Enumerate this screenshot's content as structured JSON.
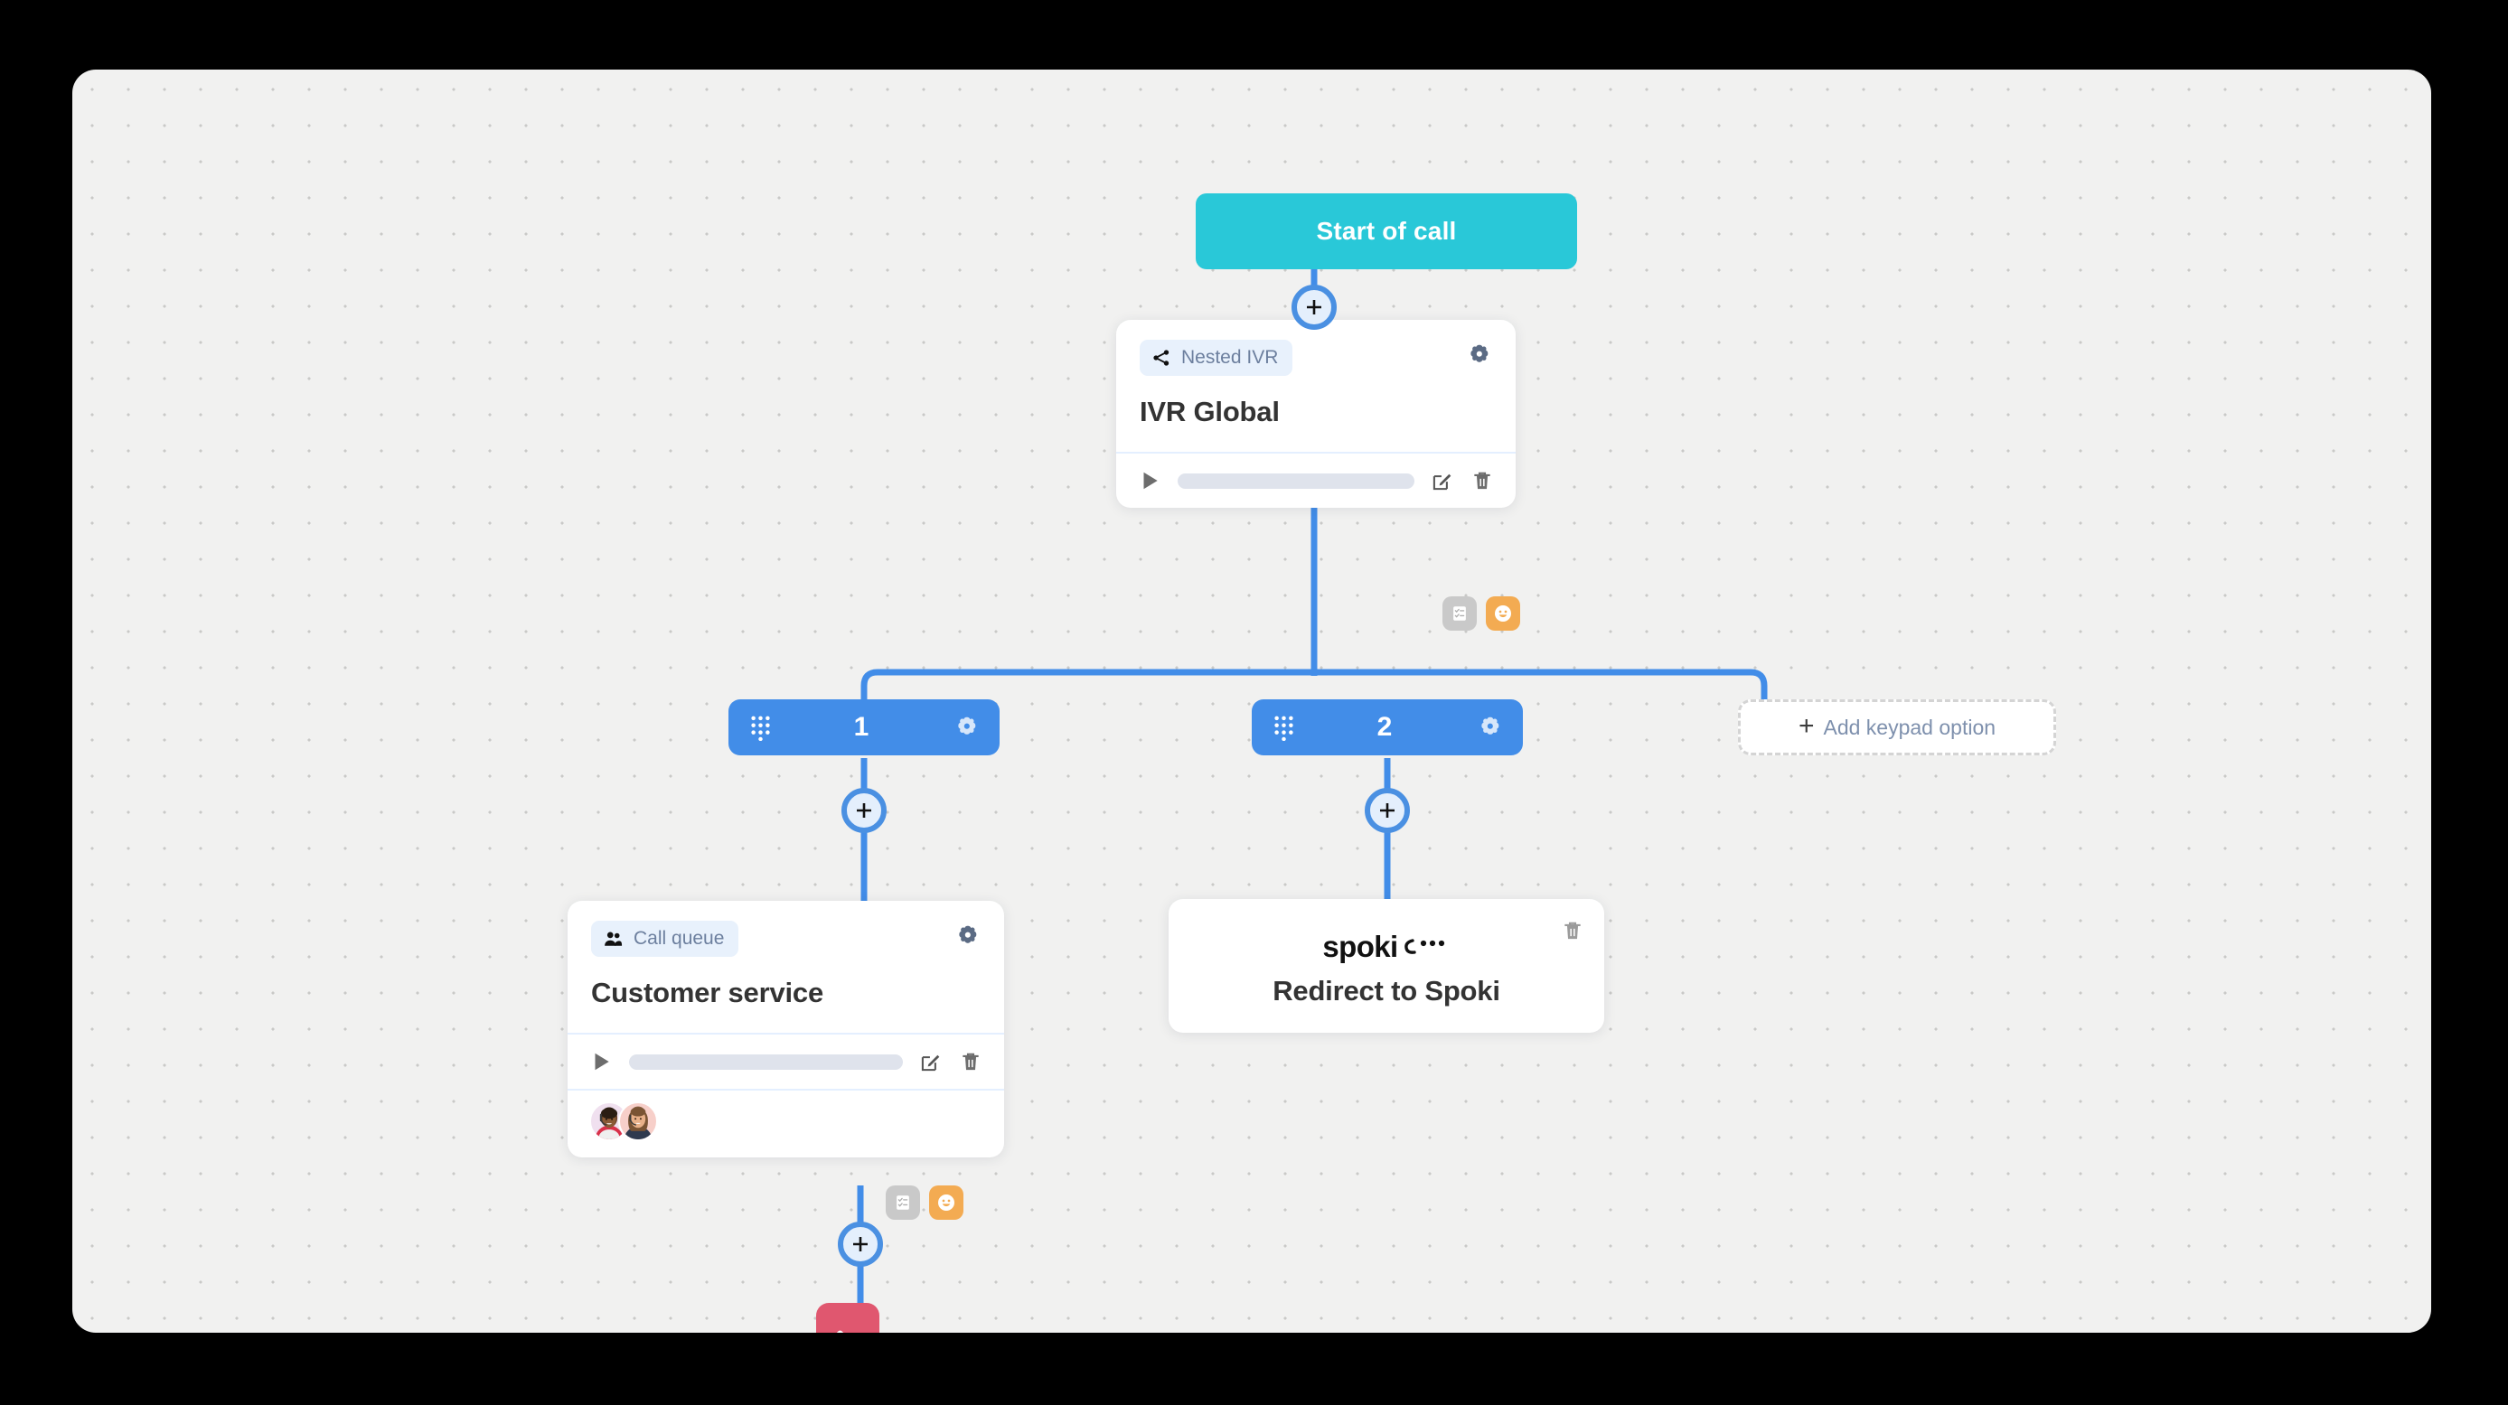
{
  "canvas": {
    "background_color": "#f1f1f0",
    "page_background": "#000000",
    "dot_grid": true
  },
  "colors": {
    "start_teal": "#29c8d8",
    "connector_blue": "#428de8",
    "keypad_blue": "#428de8",
    "badge_bg": "#e8f1fc",
    "badge_text": "#6c7f9e",
    "hangup_red": "#e0576f",
    "survey_badge": "#c9c9c9",
    "smiley_badge": "#f3ab52",
    "card_white": "#ffffff",
    "title_text": "#333333"
  },
  "start_node": {
    "label": "Start of call",
    "icon": "none"
  },
  "add_nodes": {
    "icon": "plus-icon",
    "after_start": "+",
    "under_option_one": "+",
    "under_option_two": "+",
    "before_hangup": "+"
  },
  "ivr_card": {
    "badge_label": "Nested IVR",
    "badge_icon": "share-icon",
    "settings_icon": "gear-icon",
    "title": "IVR Global",
    "audio": {
      "play_icon": "play-icon",
      "progress_value": 0,
      "edit_icon": "edit-icon",
      "delete_icon": "trash-icon"
    },
    "mini_badges": [
      {
        "name": "survey-badge",
        "icon": "checklist-icon"
      },
      {
        "name": "satisfaction-badge",
        "icon": "smiley-icon"
      }
    ]
  },
  "keypad_options": [
    {
      "digit": "1",
      "keypad_icon": "dialpad-icon",
      "settings_icon": "gear-icon"
    },
    {
      "digit": "2",
      "keypad_icon": "dialpad-icon",
      "settings_icon": "gear-icon"
    }
  ],
  "add_keypad_option": {
    "plus": "+",
    "label": "Add keypad option"
  },
  "call_queue_card": {
    "badge_label": "Call queue",
    "badge_icon": "people-icon",
    "settings_icon": "gear-icon",
    "title": "Customer service",
    "audio": {
      "play_icon": "play-icon",
      "progress_value": 0,
      "edit_icon": "edit-icon",
      "delete_icon": "trash-icon"
    },
    "agents": [
      {
        "name": "agent-avatar-1",
        "bg": "#f0e0ef"
      },
      {
        "name": "agent-avatar-2",
        "bg": "#f7cfc9"
      }
    ],
    "mini_badges": [
      {
        "name": "survey-badge",
        "icon": "checklist-icon"
      },
      {
        "name": "satisfaction-badge",
        "icon": "smiley-icon"
      }
    ]
  },
  "spoki_card": {
    "logo_text": "spoki",
    "logo_icon": "spoki-dots-icon",
    "title": "Redirect to Spoki",
    "delete_icon": "trash-icon"
  },
  "hangup_node": {
    "icon": "hangup-phone-icon",
    "label": ""
  }
}
